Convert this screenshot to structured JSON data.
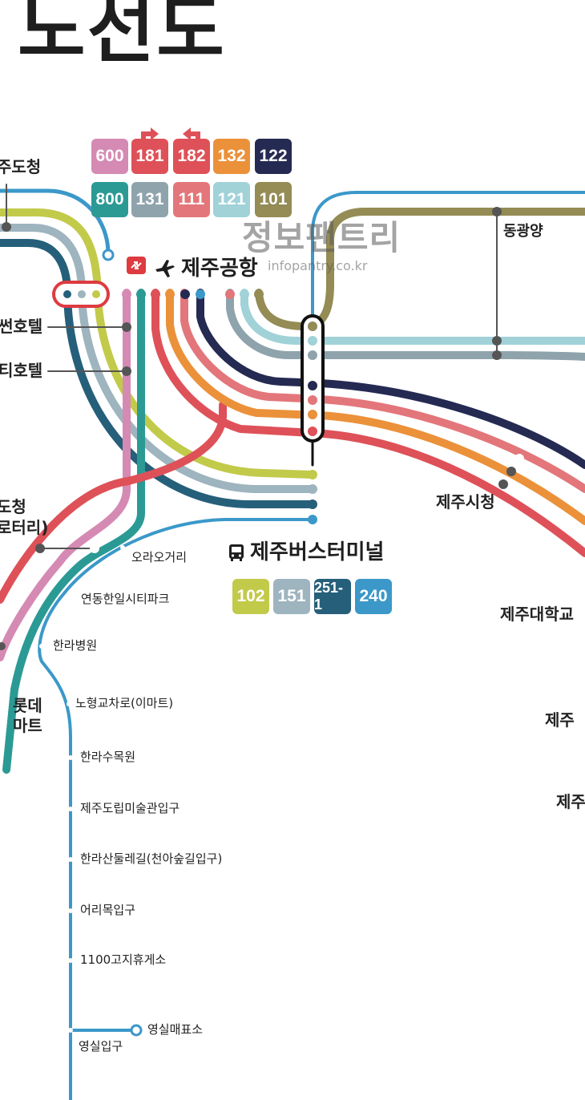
{
  "title": "노선도",
  "hubs": {
    "airport": "제주공항",
    "terminal": "제주버스터미널"
  },
  "airport_routes": [
    {
      "num": "600",
      "color": "#d58ab3"
    },
    {
      "num": "181",
      "color": "#de5158",
      "arrow": "right"
    },
    {
      "num": "182",
      "color": "#de5158",
      "arrow": "left"
    },
    {
      "num": "132",
      "color": "#eb913a"
    },
    {
      "num": "122",
      "color": "#252a52"
    },
    {
      "num": "800",
      "color": "#2b9a94"
    },
    {
      "num": "131",
      "color": "#8fa3ac"
    },
    {
      "num": "111",
      "color": "#e3767a"
    },
    {
      "num": "121",
      "color": "#a0d2d8"
    },
    {
      "num": "101",
      "color": "#948b55"
    }
  ],
  "terminal_routes": [
    {
      "num": "102",
      "color": "#c2ca4a"
    },
    {
      "num": "151",
      "color": "#9eb4bf"
    },
    {
      "num": "251-1",
      "color": "#265f7a"
    },
    {
      "num": "240",
      "color": "#3b98c9"
    }
  ],
  "stops": {
    "left_top": "주도청",
    "left_hotel1": "썬호텔",
    "left_hotel2": "티호텔",
    "left_docheong": "도청",
    "left_rotary": "로터리)",
    "lotte_1": "롯데",
    "lotte_2": "마트",
    "donggwangyang": "동광양",
    "city_hall": "제주시청",
    "univ": "제주대학교",
    "right_1": "제주",
    "right_2": "제주",
    "oraogeori": "오라오거리",
    "yeondong": "연동한일시티파크",
    "hallahosp": "한라병원",
    "nohyeong": "노형교차로(이마트)",
    "hallasumok": "한라수목원",
    "museum": "제주도립미술관입구",
    "dullegil": "한라산둘레길(천아숲길입구)",
    "eorimok": "어리목입구",
    "rest1100": "1100고지휴게소",
    "yeongsil_store": "영실매표소",
    "yeongsil": "영실입구"
  },
  "watermark": {
    "main": "정보팬트리",
    "sub": "infopantry.co.kr"
  },
  "colors": {
    "olive": "#948b55",
    "lightcyan": "#a0d2d8",
    "grayblue": "#8fa3ac",
    "navy": "#252a52",
    "pinkred": "#e3767a",
    "orange": "#eb913a",
    "red": "#de5158",
    "pink": "#d58ab3",
    "teal": "#2b9a94",
    "lime": "#c2ca4a",
    "paleblue": "#9eb4bf",
    "darkteal": "#265f7a",
    "blue": "#3b98c9",
    "text": "#222222"
  }
}
